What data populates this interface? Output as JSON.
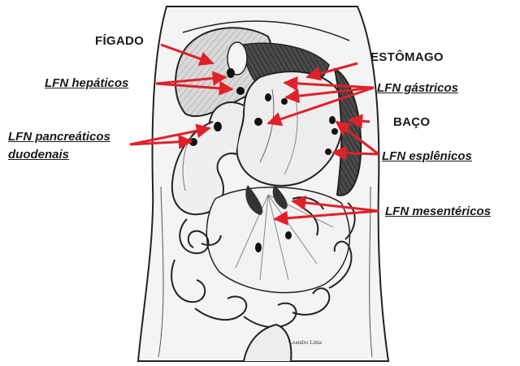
{
  "labels": {
    "figado": "FÍGADO",
    "estomago": "ESTÔMAGO",
    "baco": "BAÇO",
    "lfn_hepaticos": "LFN hepáticos",
    "lfn_gastricos": "LFN gástricos",
    "lfn_pancreaticos_1": "LFN pancreáticos",
    "lfn_pancreaticos_2": "duodenais",
    "lfn_esplenicos": "LFN esplênicos",
    "lfn_mesentericos": "LFN mesentéricos"
  },
  "signature": "Leandro Lima",
  "colors": {
    "arrow": "#e0202a",
    "ink": "#1a1a1a",
    "organ_dark": "#3a3a3a",
    "organ_light": "#e8e8e8"
  }
}
